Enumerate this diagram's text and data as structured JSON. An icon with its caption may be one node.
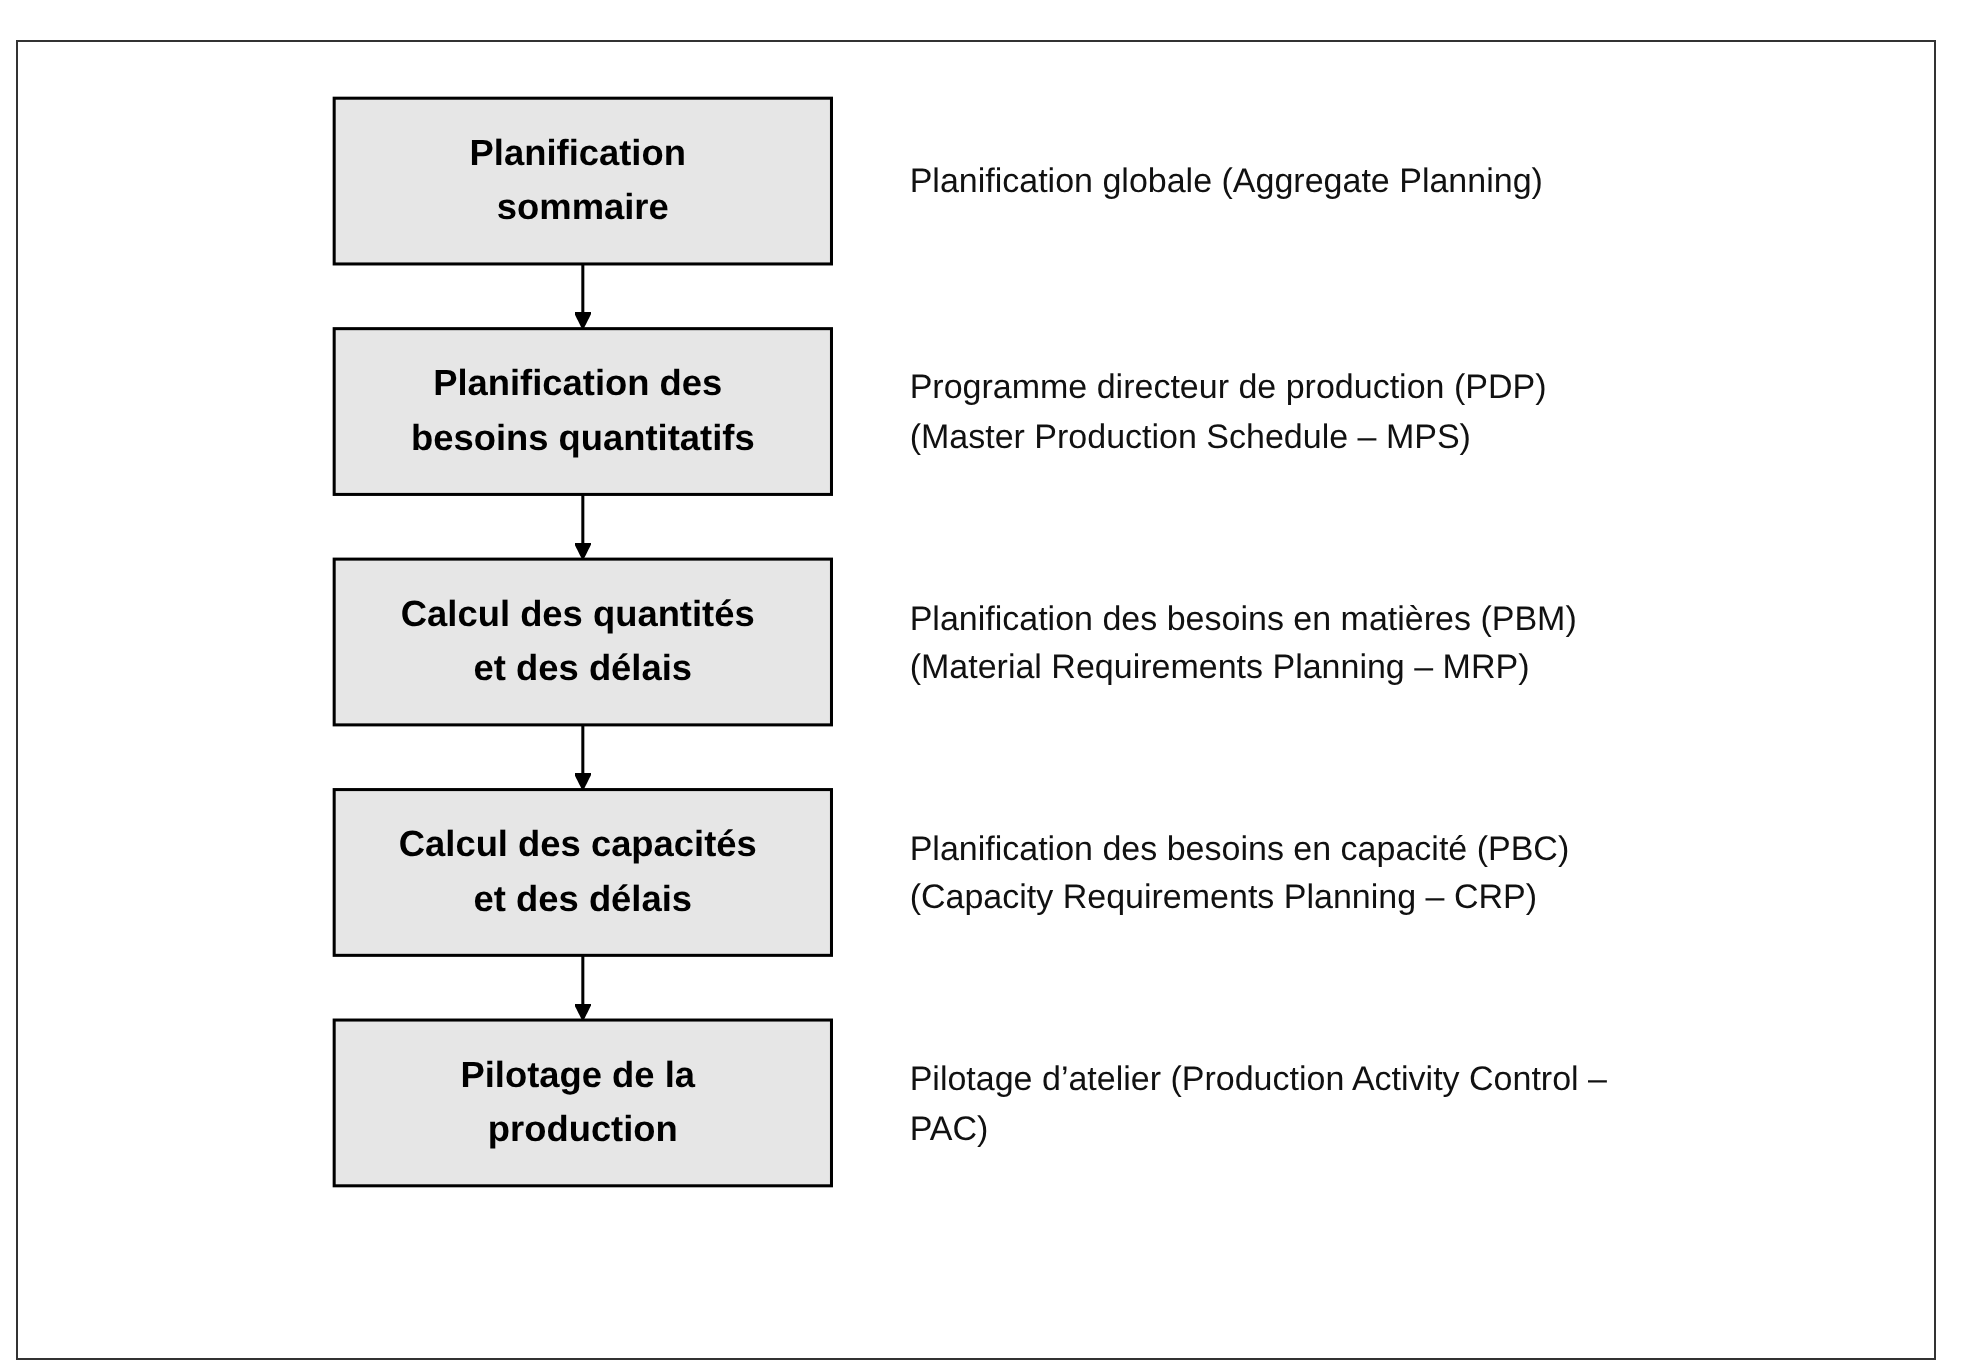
{
  "diagram": {
    "nodes": [
      {
        "text": [
          "Planification sommaire"
        ],
        "beside": [
          "Planification globale (Aggregate Planning)"
        ]
      },
      {
        "text": [
          "Planification des besoins quantitatifs"
        ],
        "beside": [
          "Programme directeur de production (PDP) (Master Production Schedule – MPS)"
        ]
      },
      {
        "text": [
          "Calcul des quantités et des délais"
        ],
        "beside": [
          "Planification des besoins en matières (PBM) (Material Requirements Planning – MRP)"
        ]
      },
      {
        "text": [
          "Calcul des capacités et des délais"
        ],
        "beside": [
          "Planification des besoins en capacité (PBC) (Capacity Requirements Planning – CRP)"
        ]
      },
      {
        "text": [
          "Pilotage de la production"
        ],
        "beside": [
          "Pilotage d’atelier (Production Activity Control – PAC)"
        ]
      }
    ],
    "edges": [
      {
        "from": 0,
        "to": 1,
        "arrow": "to"
      },
      {
        "from": 1,
        "to": 2,
        "arrow": "to"
      },
      {
        "from": 2,
        "to": 3,
        "arrow": "to"
      },
      {
        "from": 3,
        "to": 4,
        "arrow": "to"
      }
    ]
  }
}
